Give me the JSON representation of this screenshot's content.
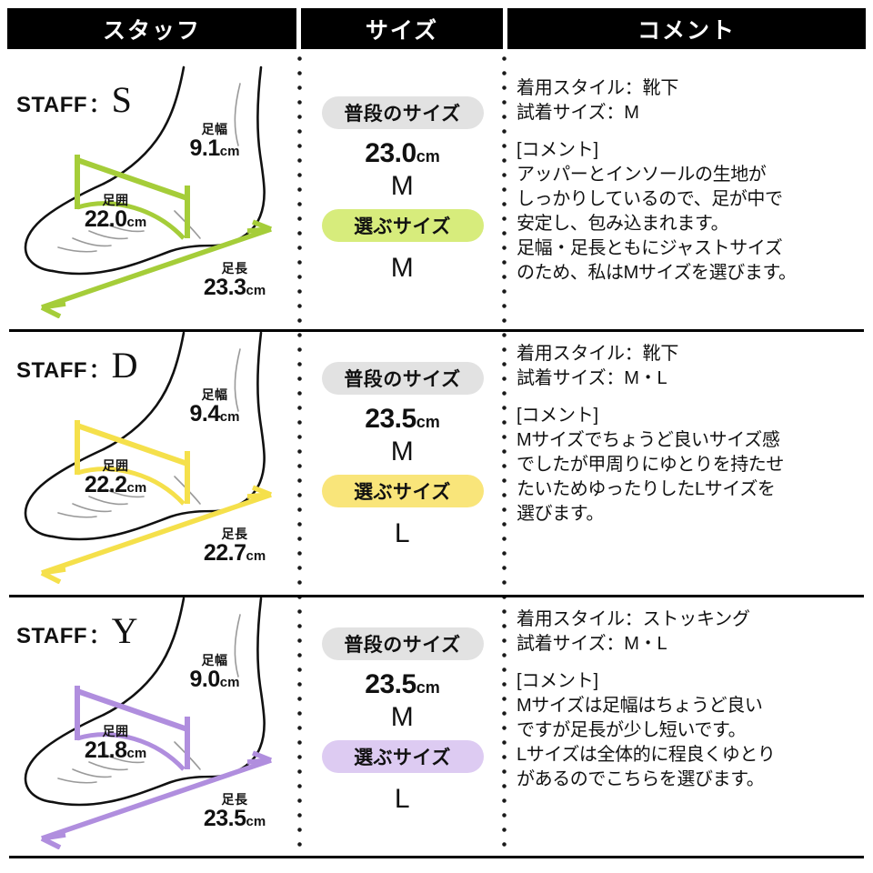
{
  "header": {
    "columns": [
      {
        "label": "スタッフ",
        "key": "staff"
      },
      {
        "label": "サイズ",
        "key": "size"
      },
      {
        "label": "コメント",
        "key": "comment"
      }
    ]
  },
  "labels": {
    "staff_prefix": "STAFF",
    "colon": "：",
    "foot_width": "足幅",
    "foot_girth": "足囲",
    "foot_length": "足長",
    "unit": "cm",
    "usual_size": "普段のサイズ",
    "pick_size": "選ぶサイズ"
  },
  "colors": {
    "accent_row1": "#a5cd39",
    "accent_row2": "#f5e04b",
    "accent_row3": "#b08ede",
    "pill_row1": "#d7ec7c",
    "pill_row2": "#f9e57a",
    "pill_row3": "#ddcbf2",
    "pill_usual": "#e2e2e2",
    "header_bg": "#000000",
    "header_fg": "#ffffff",
    "rule": "#000000"
  },
  "rows": [
    {
      "staff": {
        "initial": "S",
        "foot_width": "9.1",
        "foot_girth": "22.0",
        "foot_length": "23.3"
      },
      "size": {
        "usual_value": "23.0",
        "usual_letter": "M",
        "pick_letter": "M"
      },
      "comment": {
        "style_line": "着用スタイル：靴下",
        "fit_line": "試着サイズ：M",
        "heading": "[コメント]",
        "body": [
          "アッパーとインソールの生地が",
          "しっかりしているので、足が中で",
          "安定し、包み込まれます。",
          "足幅・足長ともにジャストサイズ",
          "のため、私はMサイズを選びます。"
        ]
      }
    },
    {
      "staff": {
        "initial": "D",
        "foot_width": "9.4",
        "foot_girth": "22.2",
        "foot_length": "22.7"
      },
      "size": {
        "usual_value": "23.5",
        "usual_letter": "M",
        "pick_letter": "L"
      },
      "comment": {
        "style_line": "着用スタイル：靴下",
        "fit_line": "試着サイズ：M・L",
        "heading": "[コメント]",
        "body": [
          "Mサイズでちょうど良いサイズ感",
          "でしたが甲周りにゆとりを持たせ",
          "たいためゆったりしたLサイズを",
          "選びます。"
        ]
      }
    },
    {
      "staff": {
        "initial": "Y",
        "foot_width": "9.0",
        "foot_girth": "21.8",
        "foot_length": "23.5"
      },
      "size": {
        "usual_value": "23.5",
        "usual_letter": "M",
        "pick_letter": "L"
      },
      "comment": {
        "style_line": "着用スタイル：ストッキング",
        "fit_line": "試着サイズ：M・L",
        "heading": "[コメント]",
        "body": [
          "Mサイズは足幅はちょうど良い",
          "ですが足長が少し短いです。",
          "Lサイズは全体的に程良くゆとり",
          "があるのでこちらを選びます。"
        ]
      }
    }
  ]
}
